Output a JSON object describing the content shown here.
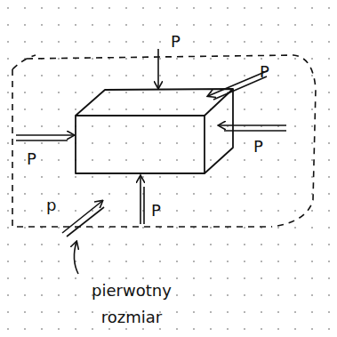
{
  "diagram": {
    "labels": [
      "P",
      "P",
      "P",
      "P",
      "p",
      "P",
      "pierwotny rozmiar"
    ]
  }
}
